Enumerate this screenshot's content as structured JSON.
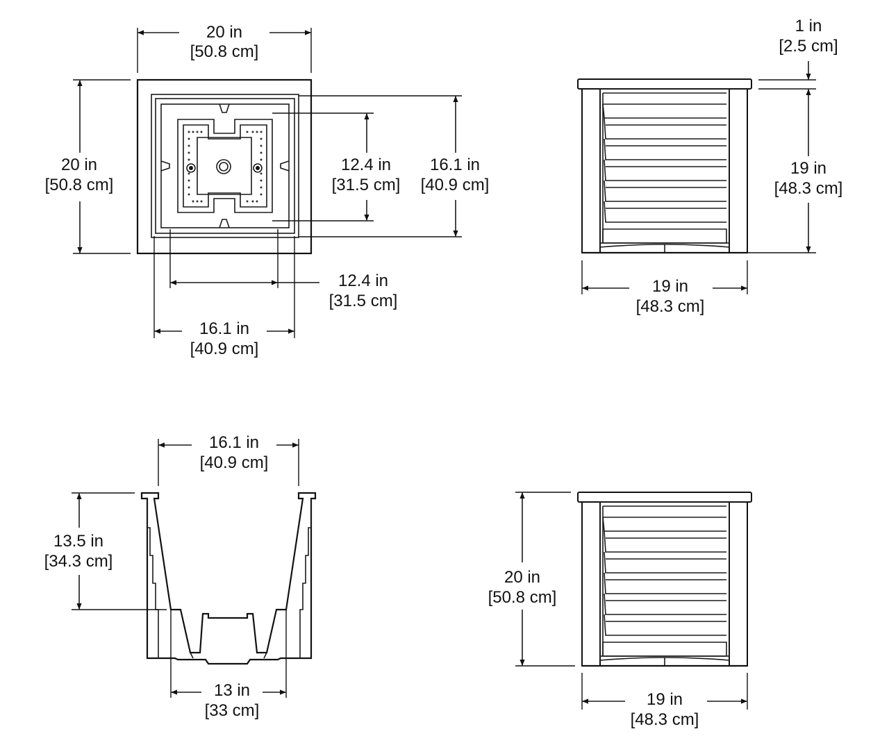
{
  "views": {
    "top_view": {
      "width": {
        "in": "20 in",
        "cm": "[50.8 cm]"
      },
      "depth": {
        "in": "20 in",
        "cm": "[50.8 cm]"
      },
      "insert_outer_h": {
        "in": "16.1 in",
        "cm": "[40.9 cm]"
      },
      "insert_inner_h": {
        "in": "12.4 in",
        "cm": "[31.5 cm]"
      },
      "insert_inner_w": {
        "in": "12.4 in",
        "cm": "[31.5 cm]"
      },
      "insert_outer_w": {
        "in": "16.1 in",
        "cm": "[40.9 cm]"
      }
    },
    "side_view": {
      "rim": {
        "in": "1 in",
        "cm": "[2.5 cm]"
      },
      "body_height": {
        "in": "19 in",
        "cm": "[48.3 cm]"
      },
      "base_width": {
        "in": "19 in",
        "cm": "[48.3 cm]"
      }
    },
    "section_view": {
      "top_width": {
        "in": "16.1 in",
        "cm": "[40.9 cm]"
      },
      "depth": {
        "in": "13.5 in",
        "cm": "[34.3 cm]"
      },
      "bottom_width": {
        "in": "13 in",
        "cm": "[33 cm]"
      }
    },
    "front_view": {
      "overall_height": {
        "in": "20 in",
        "cm": "[50.8 cm]"
      },
      "base_width": {
        "in": "19 in",
        "cm": "[48.3 cm]"
      }
    }
  }
}
